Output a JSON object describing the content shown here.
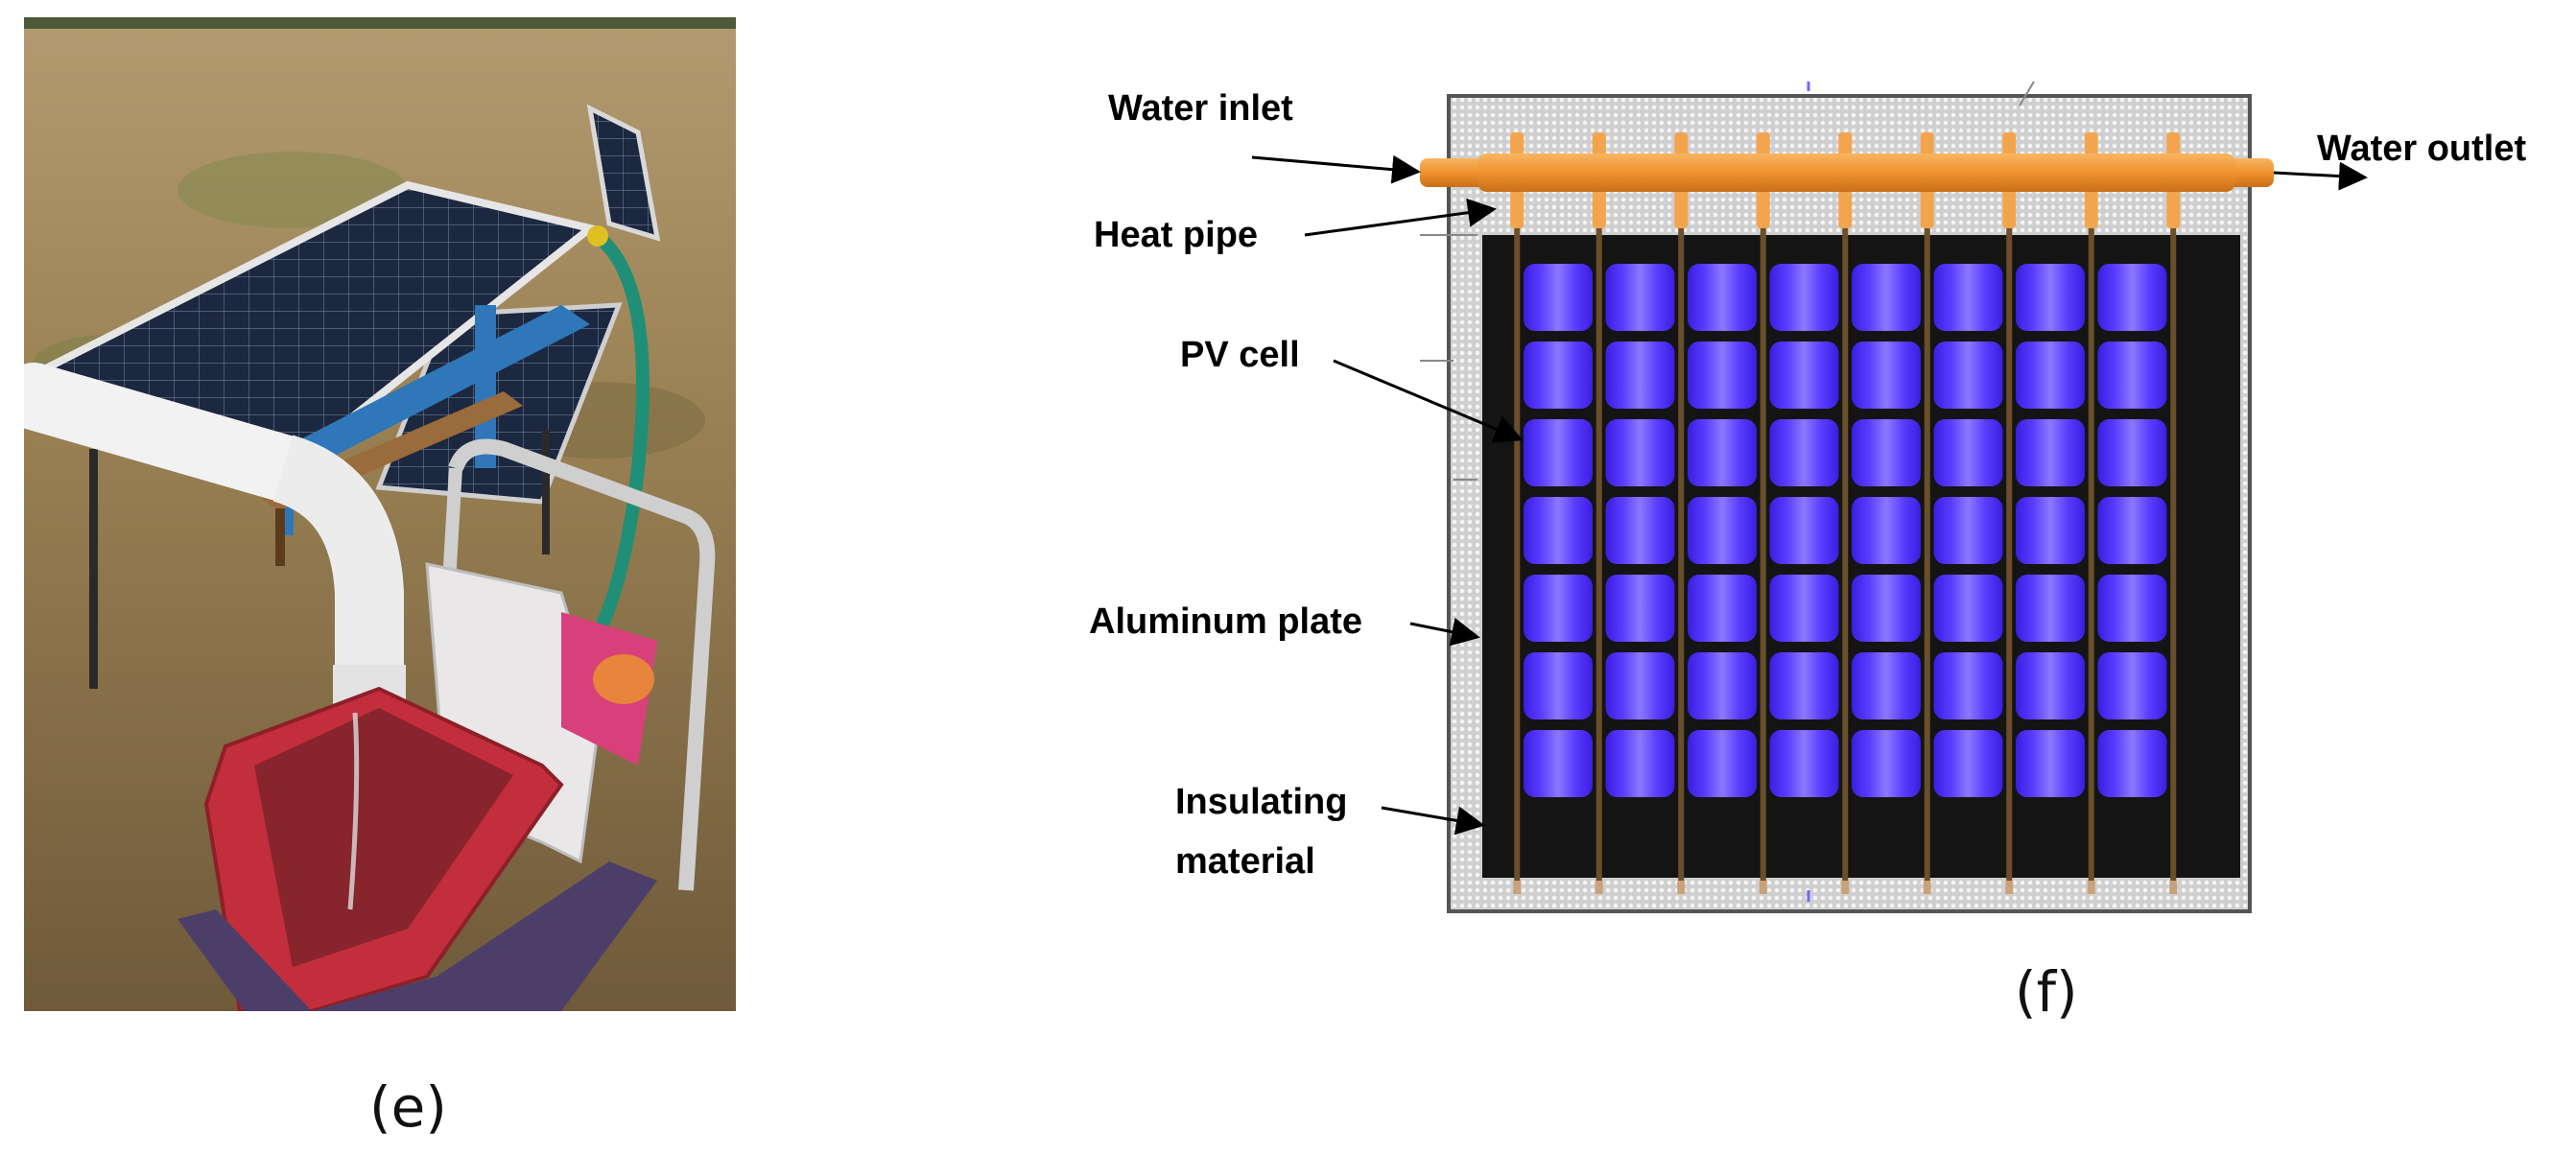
{
  "panel_e": {
    "caption": "(e)"
  },
  "panel_f": {
    "caption": "(f)",
    "labels": {
      "water_inlet": "Water inlet",
      "water_outlet": "Water outlet",
      "heat_pipe": "Heat pipe",
      "pv_cell": "PV cell",
      "aluminum_plate": "Aluminum plate",
      "insulating_material_line1": "Insulating",
      "insulating_material_line2": "material"
    },
    "pv_grid": {
      "columns": 8,
      "rows": 7
    },
    "colors": {
      "pipe": "#f0922e",
      "pv_cell": "#4a2cf5",
      "plate": "#141414",
      "insulation": "#cfcfcf"
    }
  }
}
